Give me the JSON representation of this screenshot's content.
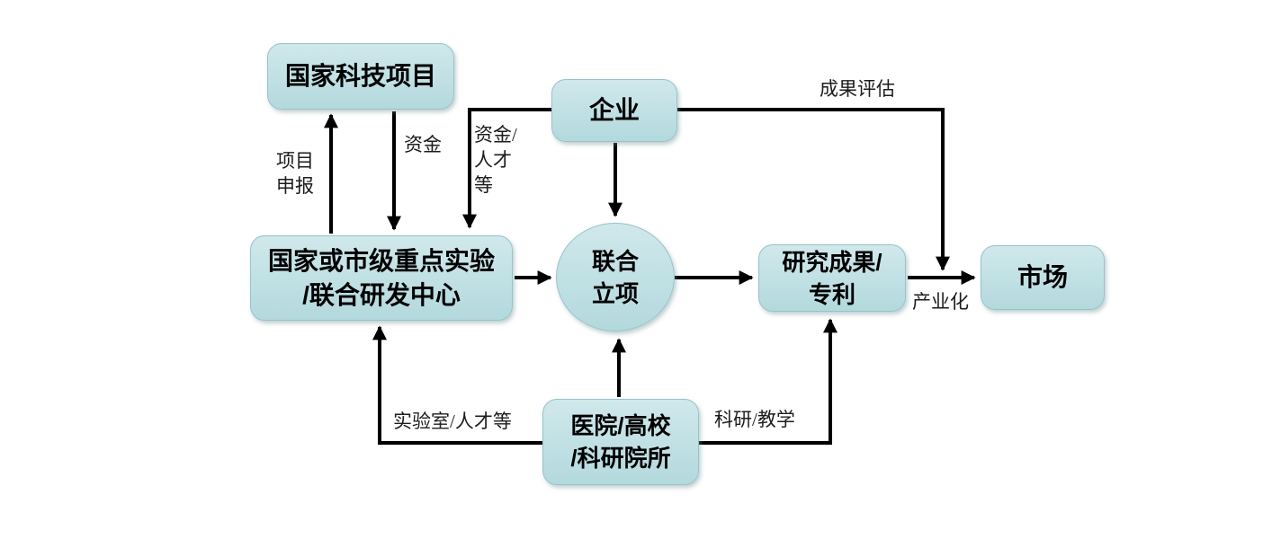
{
  "page": {
    "background": "#ffffff",
    "node_fill": "#c0e0e4",
    "node_border": "#96c3ca",
    "arrow_color": "#000000",
    "label_color": "#1c1c1c"
  },
  "nodes": {
    "national_project": {
      "line1": "国家科技项目"
    },
    "enterprise": {
      "line1": "企业"
    },
    "lab": {
      "line1": "国家或市级重点实验",
      "line2": "/联合研发中心"
    },
    "joint_approval": {
      "line1": "联合",
      "line2": "立项"
    },
    "research_results": {
      "line1": "研究成果/",
      "line2": "专利"
    },
    "market": {
      "line1": "市场"
    },
    "hospital": {
      "line1": "医院/高校",
      "line2": "/科研院所"
    }
  },
  "edge_labels": {
    "project_application": {
      "line1": "项目",
      "line2": "申报"
    },
    "funds": {
      "text": "资金"
    },
    "funds_talent": {
      "line1": "资金/",
      "line2": "人才",
      "line3": "等"
    },
    "results_evaluation": {
      "text": "成果评估"
    },
    "industrialization": {
      "text": "产业化"
    },
    "lab_talent": {
      "text": "实验室/人才等"
    },
    "research_teaching": {
      "text": "科研/教学"
    }
  }
}
